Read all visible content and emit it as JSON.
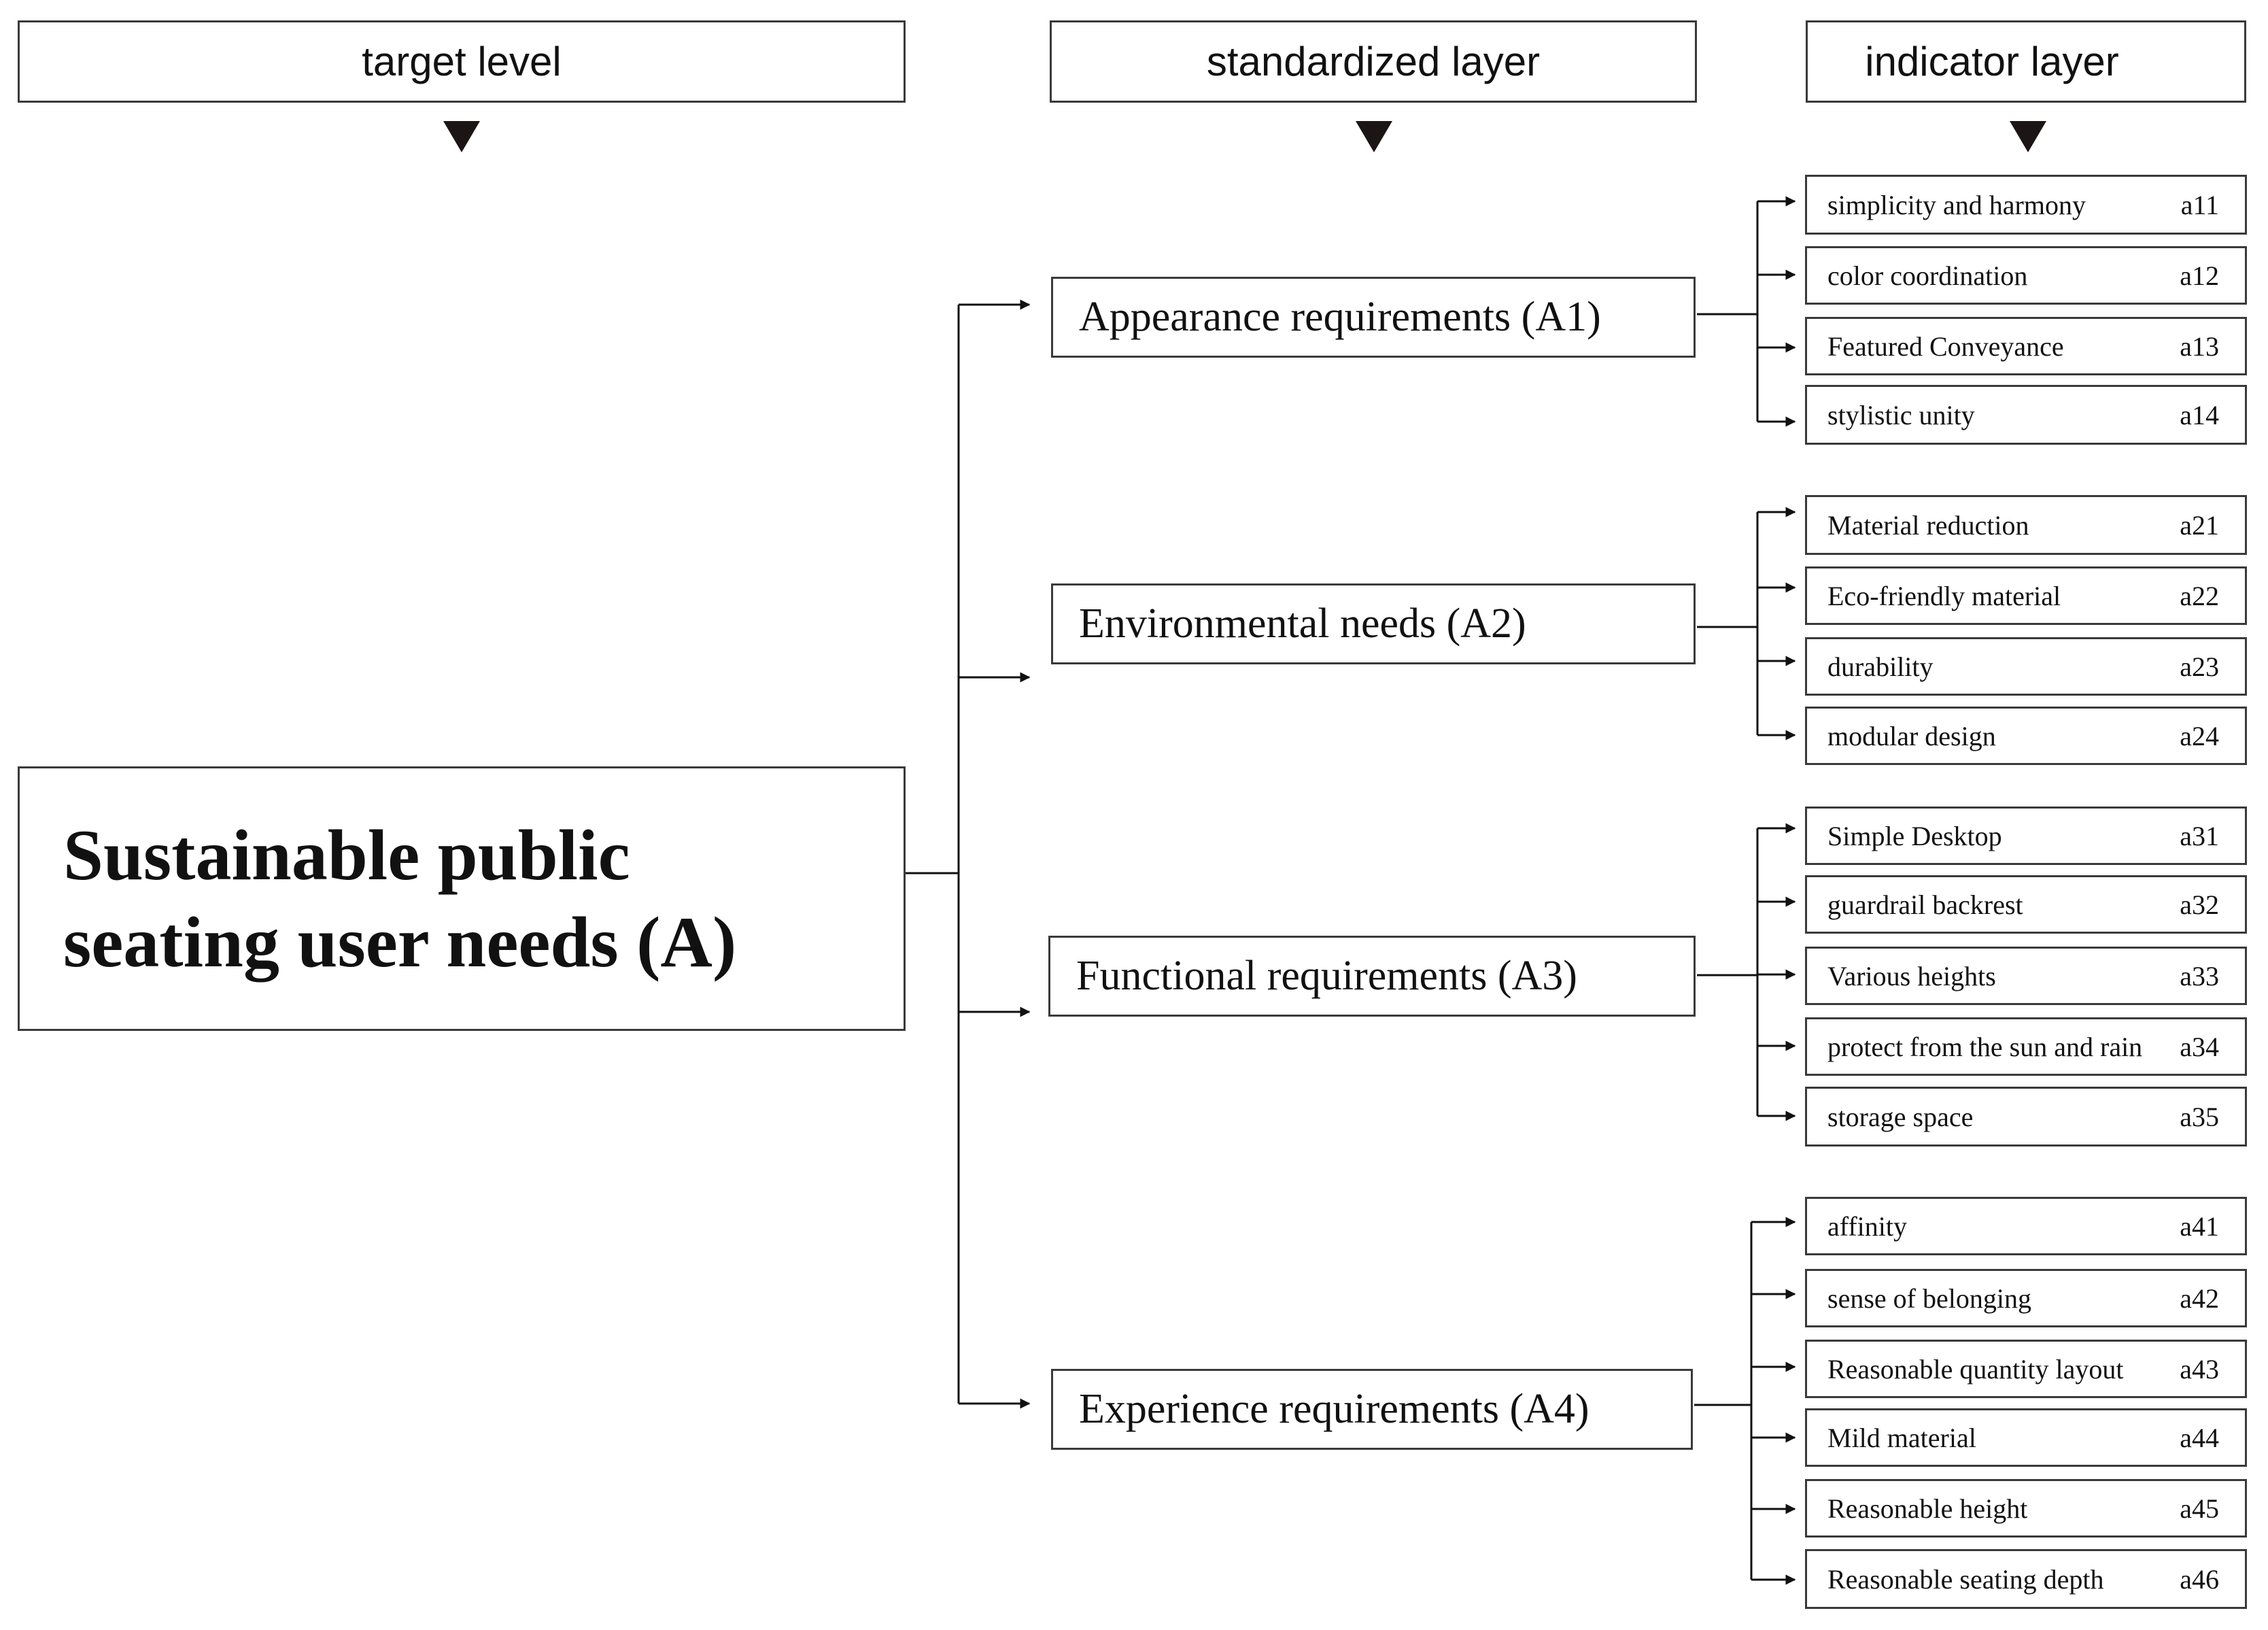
{
  "headers": {
    "target": "target level",
    "criteria": "standardized layer",
    "indicator": "indicator layer"
  },
  "goal": {
    "line1": "Sustainable public",
    "line2": "seating user needs (A)"
  },
  "criteria": [
    {
      "label": "Appearance requirements (A1)",
      "indicators": [
        {
          "label": "simplicity and harmony",
          "code": "a11"
        },
        {
          "label": "color coordination",
          "code": "a12"
        },
        {
          "label": "Featured Conveyance",
          "code": "a13"
        },
        {
          "label": "stylistic unity",
          "code": "a14"
        }
      ]
    },
    {
      "label": "Environmental needs (A2)",
      "indicators": [
        {
          "label": "Material reduction",
          "code": "a21"
        },
        {
          "label": "Eco-friendly material",
          "code": "a22"
        },
        {
          "label": "durability",
          "code": "a23"
        },
        {
          "label": "modular design",
          "code": "a24"
        }
      ]
    },
    {
      "label": "Functional requirements (A3)",
      "indicators": [
        {
          "label": "Simple Desktop",
          "code": "a31"
        },
        {
          "label": "guardrail backrest",
          "code": "a32"
        },
        {
          "label": "Various heights",
          "code": "a33"
        },
        {
          "label": "protect from the sun and rain",
          "code": "a34"
        },
        {
          "label": "storage space",
          "code": "a35"
        }
      ]
    },
    {
      "label": "Experience requirements (A4)",
      "indicators": [
        {
          "label": "affinity",
          "code": "a41"
        },
        {
          "label": "sense of belonging",
          "code": "a42"
        },
        {
          "label": "Reasonable quantity layout",
          "code": "a43"
        },
        {
          "label": "Mild material",
          "code": "a44"
        },
        {
          "label": "Reasonable height",
          "code": "a45"
        },
        {
          "label": "Reasonable seating depth",
          "code": "a46"
        }
      ]
    }
  ]
}
